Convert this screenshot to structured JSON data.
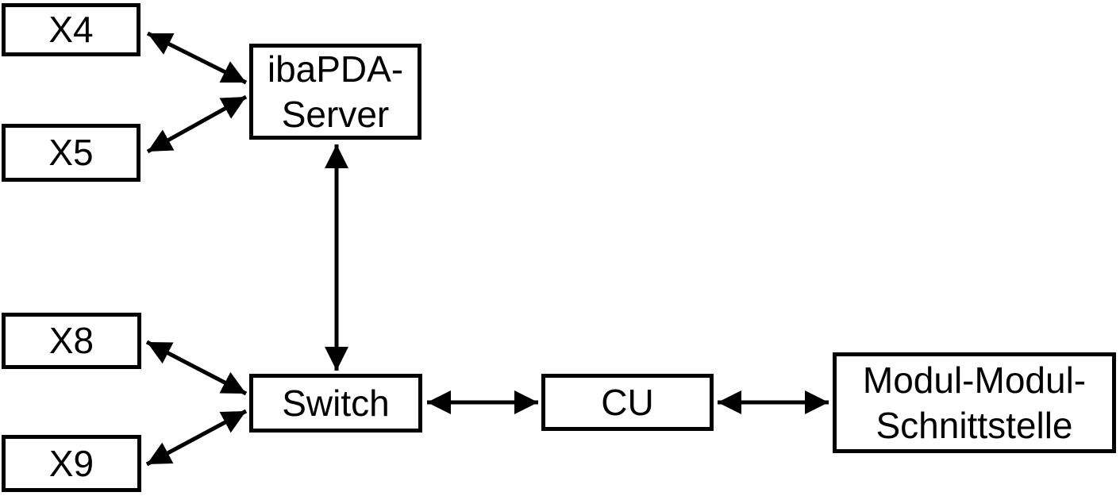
{
  "diagram": {
    "type": "block-connection-diagram",
    "background_color": "#ffffff",
    "colors": {
      "line": "#000000",
      "box_border": "#000000",
      "box_fill": "#ffffff",
      "text": "#000000"
    },
    "nodes": {
      "x4": {
        "label": "X4"
      },
      "x5": {
        "label": "X5"
      },
      "ibapda_server": {
        "label": "ibaPDA-\nServer"
      },
      "x8": {
        "label": "X8"
      },
      "x9": {
        "label": "X9"
      },
      "switch": {
        "label": "Switch"
      },
      "cu": {
        "label": "CU"
      },
      "modul_modul_schnittstelle": {
        "label": "Modul-Modul-\nSchnittstelle"
      }
    },
    "connections": [
      {
        "from": "X4",
        "to": "ibaPDA-Server",
        "bidirectional": true
      },
      {
        "from": "X5",
        "to": "ibaPDA-Server",
        "bidirectional": true
      },
      {
        "from": "ibaPDA-Server",
        "to": "Switch",
        "bidirectional": true
      },
      {
        "from": "X8",
        "to": "Switch",
        "bidirectional": true
      },
      {
        "from": "X9",
        "to": "Switch",
        "bidirectional": true
      },
      {
        "from": "Switch",
        "to": "CU",
        "bidirectional": true
      },
      {
        "from": "CU",
        "to": "Modul-Modul-Schnittstelle",
        "bidirectional": true
      }
    ]
  }
}
